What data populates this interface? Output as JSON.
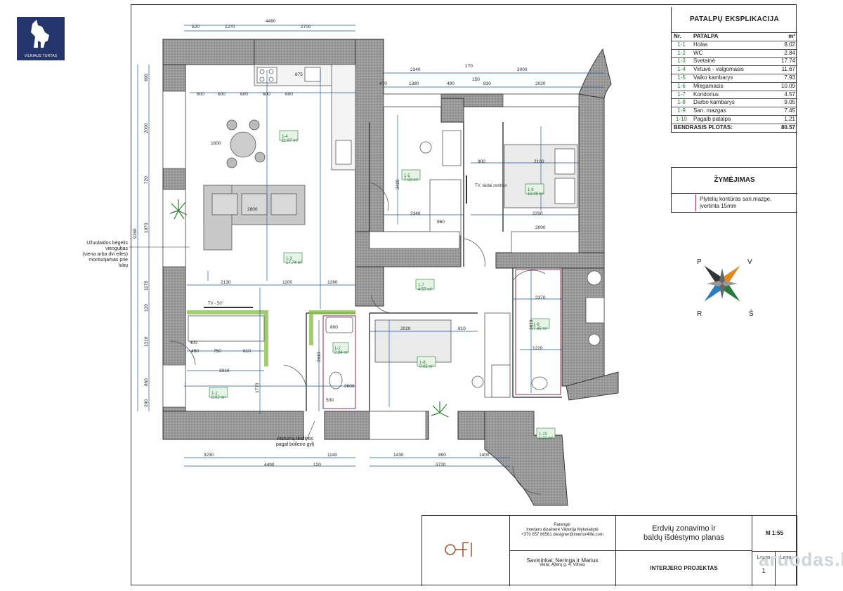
{
  "logo": {
    "caption": "VILNIAUS TURTAS"
  },
  "explication": {
    "title": "PATALPŲ  EKSPLIKACIJA",
    "col_no": "Nr.",
    "col_room": "PATALPA",
    "col_area": "m²",
    "rows": [
      {
        "no": "1-1",
        "name": "Holas",
        "area": "8.02"
      },
      {
        "no": "1-2",
        "name": "WC",
        "area": "2.84"
      },
      {
        "no": "1-3",
        "name": "Svetainė",
        "area": "17.74"
      },
      {
        "no": "1-4",
        "name": "Virtuvė - valgomasis",
        "area": "11.67"
      },
      {
        "no": "1-5",
        "name": "Vaiko kambarys",
        "area": "7.93"
      },
      {
        "no": "1-6",
        "name": "Miegamasis",
        "area": "10.09"
      },
      {
        "no": "1-7",
        "name": "Koridorius",
        "area": "4.57"
      },
      {
        "no": "1-8",
        "name": "Darbo kambarys",
        "area": "9.05"
      },
      {
        "no": "1-9",
        "name": "San. mazgas",
        "area": "7.45"
      },
      {
        "no": "1-10",
        "name": "Pagalb patalpa",
        "area": "1.21"
      }
    ],
    "total_label": "BENDRASIS PLOTAS:",
    "total_value": "80.57"
  },
  "legend": {
    "title": "ŽYMĖJIMAS",
    "item_line1": "Plytelių kontūras san.mazge,",
    "item_line2": "įvertinta 15mm",
    "item_color": "#8b2a55"
  },
  "compass": {
    "n": "P",
    "e": "V",
    "w": "R",
    "s": "Š"
  },
  "notes": {
    "curtain_line1": "Užuolaidos bėgelis",
    "curtain_line2": "viengubas",
    "curtain_line3": "(viena arba dvi eilės)",
    "curtain_line4": "montuojamas prie",
    "curtain_line5": "lubų",
    "boiler_line1": "Atstumą tikslintis",
    "boiler_line2": "pagal boilerio gylį",
    "tv_label": "TV - 50\"",
    "tv_wall": "TV, laidai centras"
  },
  "dimensions": {
    "top_total": "4490",
    "top_a": "520",
    "top_b": "1270",
    "top_c": "2700",
    "top2_a": "2340",
    "top2_b": "170",
    "top2_c": "3000",
    "top3_a": "470",
    "top3_b": "1380",
    "top3_c": "490",
    "top3_d": "150",
    "top3_e": "830",
    "top3_f": "2020",
    "left_total": "9160",
    "left_a": "690",
    "left_b": "2000",
    "left_c": "720",
    "left_d": "1970",
    "left_e": "1170",
    "left_f": "120",
    "left_g": "1310",
    "left_h": "860",
    "left_i": "200",
    "bottom_a": "3230",
    "bottom_b": "1140",
    "bottom_c": "1430",
    "bottom_d": "890",
    "bottom_e": "1400",
    "bottom_total_a": "4490",
    "bottom_f": "120",
    "bottom_total_b": "3720",
    "kitchen_a": "600",
    "kitchen_b": "600",
    "kitchen_c": "600",
    "kitchen_d": "600",
    "kitchen_e": "600",
    "kitchen_f": "875",
    "mid_a": "1600",
    "mid_b": "2800",
    "mid_c": "2130",
    "mid_d": "1100",
    "mid_e": "1260",
    "bed_a": "900",
    "bed_b": "2100",
    "bed_c": "2200",
    "bed_d": "2000",
    "kid_a": "2340",
    "kid_b": "960",
    "kid_c": "3420",
    "work_a": "2020",
    "work_b": "810",
    "work_c": "3600",
    "bath_a": "2370",
    "bath_b": "1220",
    "bath_c": "3610",
    "hall_a": "2010",
    "hall_b": "450",
    "hall_c": "750",
    "hall_d": "810",
    "hall_e": "400",
    "hall_f": "1770",
    "wc_a": "800",
    "wc_b": "2610",
    "wc_c": "500"
  },
  "room_tags": {
    "r11": "1-1\n8.02 m²",
    "r12": "1-2\n2.84 m²",
    "r13": "1-3\n17.74 m²",
    "r14": "1-4\n11.67 m²",
    "r15": "1-5\n7.93 m²",
    "r16": "1-6\n10.09 m²",
    "r17": "1-7\n4.57 m²",
    "r18": "1-8\n9.05 m²",
    "r19": "1-9\n7.45 m²",
    "r110": "1-10\n1.21 m²"
  },
  "title_block": {
    "designer_role": "Parengė:",
    "designer_line1": "Interjero dizainerė Viktorija Mykolaitytė",
    "designer_line2": "+370 657 86561 designer@interior4life.com",
    "drawing_title_line1": "Erdvių zonavimo ir",
    "drawing_title_line2": "baldų išdėstymo planas",
    "scale": "M 1:55",
    "owners": "Savininkai: Neringa ir Marius",
    "location": "Vieta: Ąžerų g. 4, Vilnius",
    "project": "INTERJERO PROJEKTAS",
    "sheet_label": "Lapas",
    "sheets_label": "Lapų",
    "sheet_no": "1"
  },
  "watermark": "aruodas.lt"
}
